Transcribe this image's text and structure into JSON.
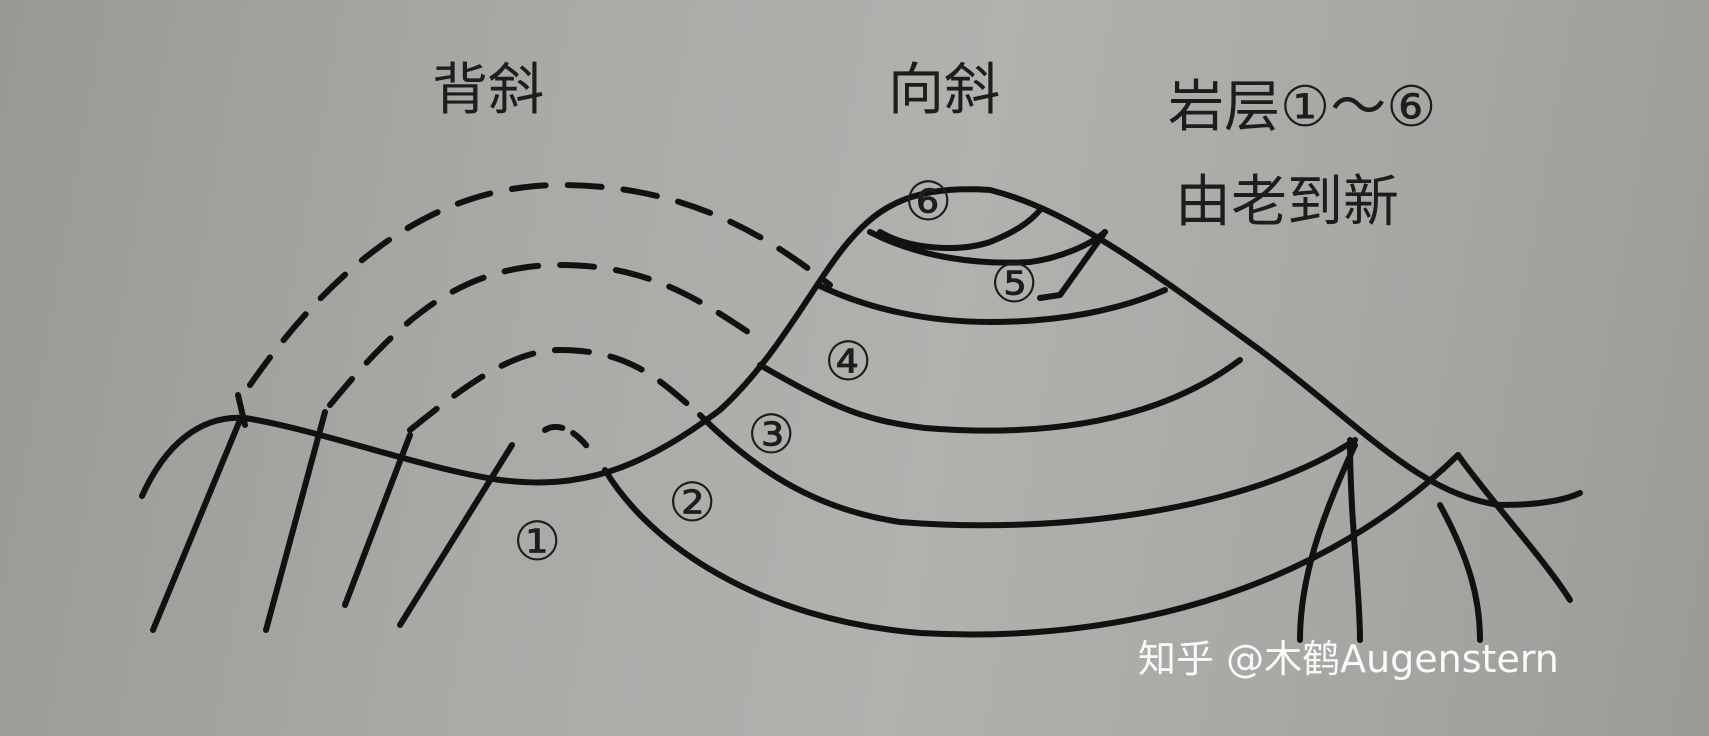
{
  "labels": {
    "anticline": "背斜",
    "syncline": "向斜",
    "legend_line1": "岩层①～⑥",
    "legend_line2": "由老到新"
  },
  "layers": [
    "①",
    "②",
    "③",
    "④",
    "⑤",
    "⑥"
  ],
  "watermark": "知乎 @木鹤Augenstern"
}
